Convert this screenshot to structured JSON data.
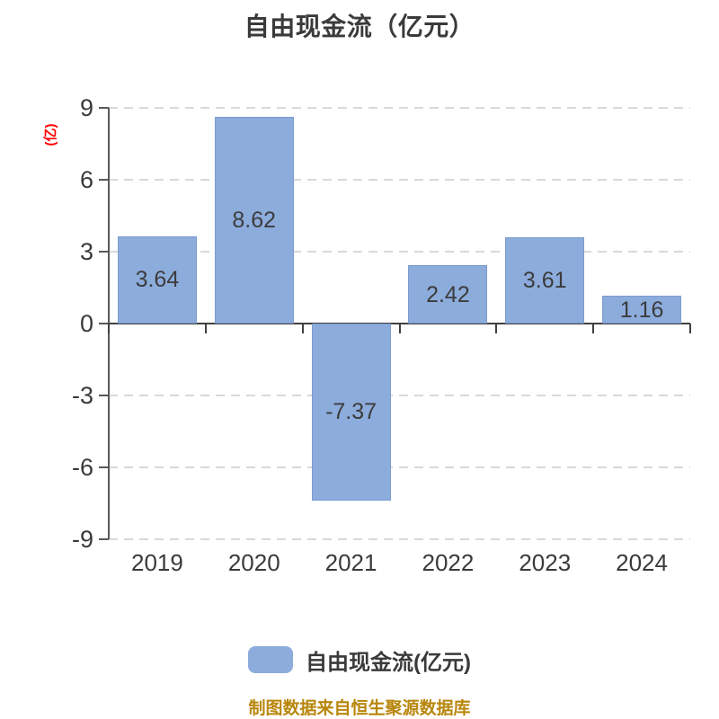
{
  "header": {
    "title": "自由现金流（亿元）"
  },
  "footer": {
    "text": "制图数据来自恒生聚源数据库"
  },
  "chart_data": {
    "type": "bar",
    "title": "自由现金流（亿元）",
    "categories": [
      "2019",
      "2020",
      "2021",
      "2022",
      "2023",
      "2024"
    ],
    "values": [
      3.64,
      8.62,
      -7.37,
      2.42,
      3.61,
      1.16
    ],
    "value_labels": [
      "3.64",
      "8.62",
      "-7.37",
      "2.42",
      "3.61",
      "1.16"
    ],
    "series": [
      {
        "name": "自由现金流(亿元)",
        "values": [
          3.64,
          8.62,
          -7.37,
          2.42,
          3.61,
          1.16
        ]
      }
    ],
    "xlabel": "",
    "ylabel": "(亿)",
    "ylim": [
      -9,
      9
    ],
    "yticks": [
      9,
      6,
      3,
      0,
      -3,
      -6,
      -9
    ],
    "grid": "horizontal-dashed",
    "legend": [
      "自由现金流(亿元)"
    ],
    "legend_position": "bottom",
    "footnote": "制图数据来自恒生聚源数据库",
    "colors": {
      "bar_fill": "#8CACDC",
      "bar_border": "#7C9BD0",
      "title_text": "#3A3A3A",
      "tick_text": "#3A3A3A",
      "value_label_text": "#3C3C3C",
      "y_axis_name_text": "#FF0000",
      "gridline": "#D9D9D9",
      "axis_line": "#595959",
      "zero_line": "#404040",
      "legend_text": "#3A3A3A",
      "footnote_text": "#B8860B",
      "background": "#FFFFFF"
    }
  }
}
